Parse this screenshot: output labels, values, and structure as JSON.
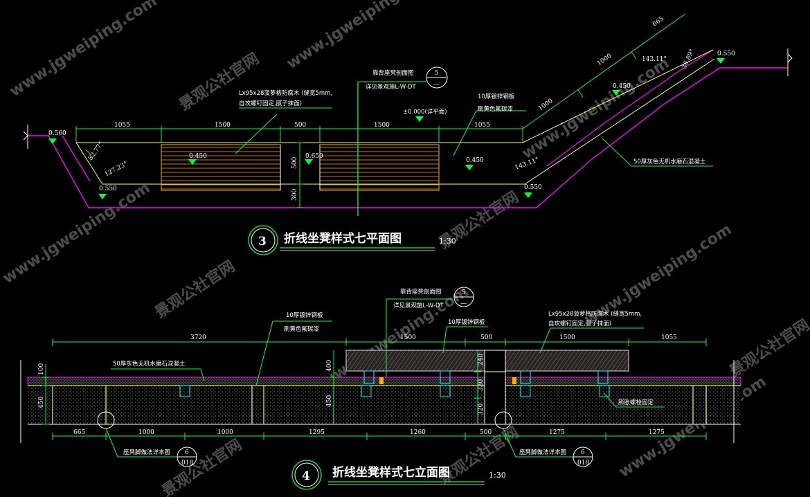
{
  "plan": {
    "title": "折线坐凳样式七平面图",
    "number": "3",
    "scale": "1:30",
    "dims_top": [
      "1055",
      "1500",
      "500",
      "1500",
      "1055"
    ],
    "dims_diag": [
      "1000",
      "1000",
      "665"
    ],
    "dims_vert": [
      "500",
      "300"
    ],
    "angles": [
      "52.77°",
      "127.23°",
      "143.11°",
      "143.11°",
      "36.89°"
    ],
    "levels": [
      "0.560",
      "0.550",
      "0.450",
      "0.650",
      "0.450",
      "0.550",
      "0.450",
      "0.550"
    ],
    "ref_level": "±0.000(详平面)",
    "callout_wood": [
      "Lx95x28菠萝格防腐木 (缝宽5mm,",
      "自攻螺钉固定,腻子抹面)"
    ],
    "callout_plate": [
      "10厚镀锌钢板",
      "刷黄色氟碳漆"
    ],
    "callout_section": [
      "靠背座凳剖面图",
      "详见景观施L-W-DT"
    ],
    "section_tag": {
      "num": "5",
      "sub": "—"
    },
    "callout_concrete": "50厚灰色无机水磨石混凝土"
  },
  "elevation": {
    "title": "折线坐凳样式七立面图",
    "number": "4",
    "scale": "1:30",
    "dims_top": [
      "3720",
      "1500",
      "500",
      "1500",
      "1055"
    ],
    "dims_bottom": [
      "665",
      "1000",
      "1000",
      "1295",
      "1260",
      "500",
      "1275",
      "1275"
    ],
    "dims_left": [
      "100",
      "450"
    ],
    "dims_mid": [
      "400",
      "450",
      "240",
      "330",
      "320"
    ],
    "callout_section": [
      "靠背座凳剖面图",
      "详见景观施L-W-DT"
    ],
    "section_tag": {
      "num": "5",
      "sub": "—"
    },
    "callout_plate": [
      "10厚镀锌钢板",
      "刷黄色氟碳漆"
    ],
    "callout_plate2": "10厚镀锌钢板",
    "callout_wood": [
      "Lx95x28菠萝格防腐木 (缝宽5mm,",
      "自攻螺钉固定,腻子抹面)"
    ],
    "callout_concrete": "50厚灰色无机水磨石混凝土",
    "callout_bolt": "膨胀螺栓固定",
    "detail_left": {
      "label": "座凳脚做法详本图",
      "num": "6",
      "sub": "018"
    },
    "detail_right": {
      "label": "座凳脚做法详本图",
      "num": "6",
      "sub": "018"
    }
  },
  "watermark": [
    "www.jgweiping.com",
    "景观公社官网"
  ],
  "colors": {
    "green": "#00ff3a",
    "magenta": "#ff00ff",
    "yellow": "#ffff60",
    "cyan": "#00ffff",
    "orange": "#ffb000"
  }
}
